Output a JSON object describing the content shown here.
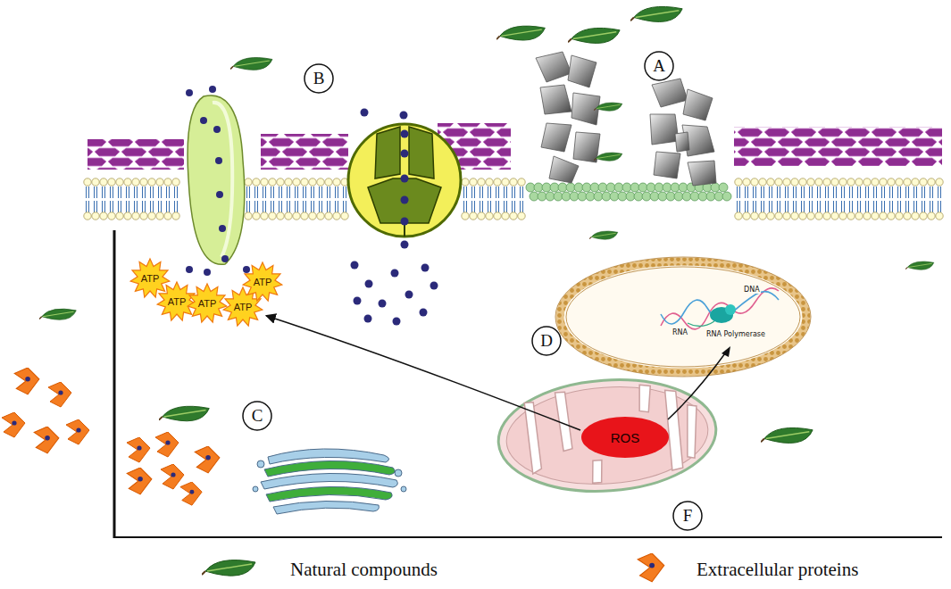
{
  "diagram": {
    "nodes": [
      {
        "text": [
          "A"
        ]
      },
      {
        "text": [
          "B"
        ]
      },
      {
        "text": [
          "ATP"
        ]
      },
      {
        "text": [
          "ATP"
        ]
      },
      {
        "text": [
          "ATP"
        ]
      },
      {
        "text": [
          "ATP"
        ]
      },
      {
        "text": [
          "ATP"
        ]
      },
      {
        "text": [
          "D"
        ]
      },
      {
        "text": [
          "C"
        ]
      },
      {
        "text": [
          "ROS"
        ]
      },
      {
        "text": [
          "F"
        ]
      }
    ],
    "edges": [
      {
        "from": 9,
        "to": 5,
        "arrow": "to"
      }
    ],
    "labels": [
      "DNA",
      "RNA",
      "RNA Polymerase"
    ],
    "legend": [
      {
        "text": "Natural compounds"
      },
      {
        "text": "Extracellular proteins"
      }
    ]
  }
}
